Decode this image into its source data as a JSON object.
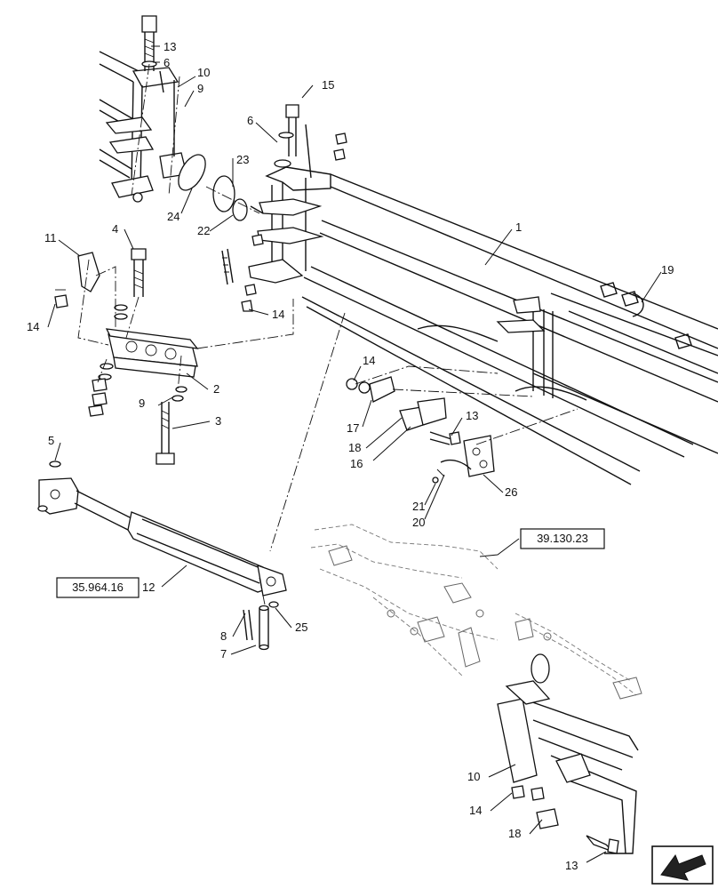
{
  "diagram": {
    "part_labels": [
      "13",
      "6",
      "10",
      "9",
      "15",
      "6",
      "23",
      "24",
      "22",
      "11",
      "4",
      "1",
      "19",
      "14",
      "14",
      "2",
      "9",
      "3",
      "14",
      "17",
      "18",
      "16",
      "13",
      "5",
      "21",
      "20",
      "26",
      "35.964.16",
      "12",
      "39.130.23",
      "8",
      "25",
      "7",
      "10",
      "14",
      "18",
      "13"
    ],
    "reference_codes": [
      "35.964.16",
      "39.130.23"
    ],
    "nav_icon": "next-page-arrow-icon"
  }
}
